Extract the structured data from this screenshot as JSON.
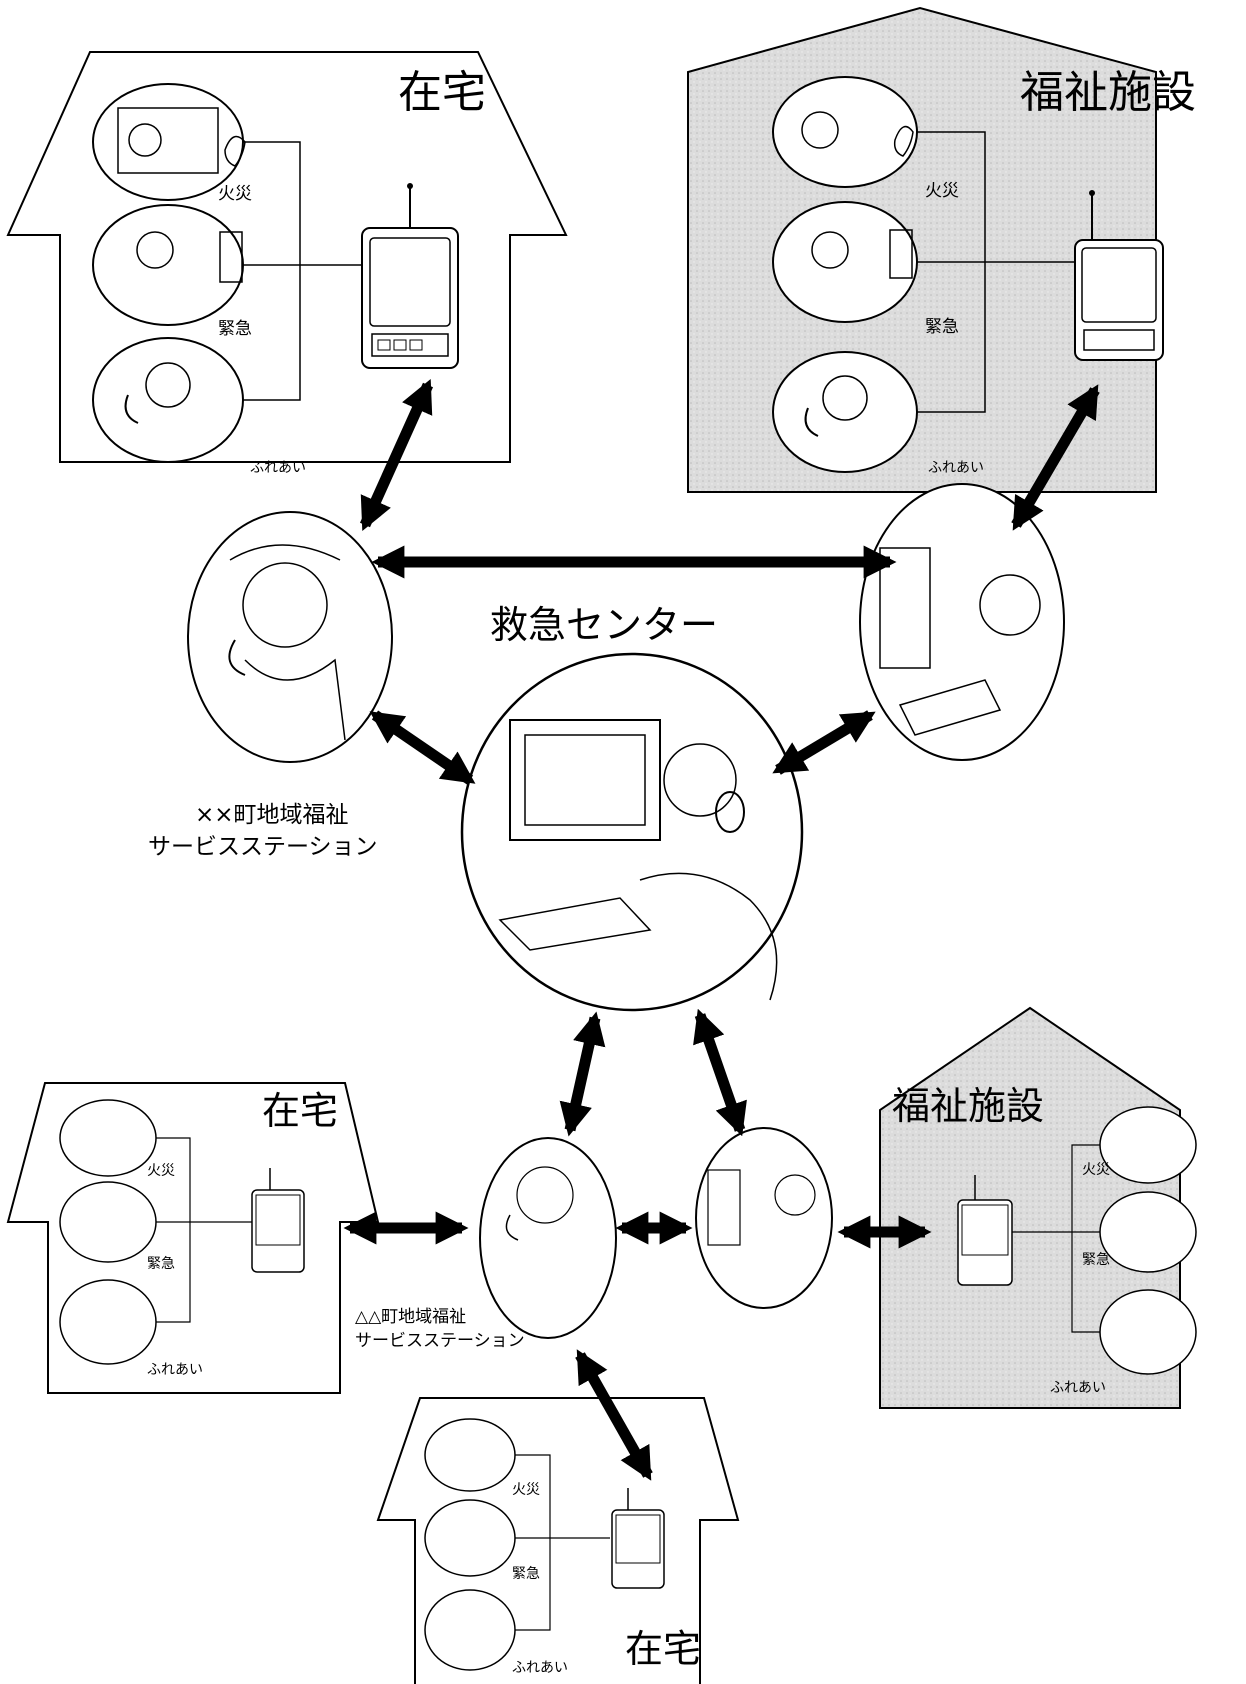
{
  "center": {
    "title": "救急センター"
  },
  "stations": [
    {
      "line1": "××町地域福祉",
      "line2": "サービスステーション"
    },
    {
      "line1": "△△町地域福祉",
      "line2": "サービスステーション"
    }
  ],
  "home": {
    "title": "在宅",
    "items": [
      "火災",
      "緊急",
      "ふれあい"
    ]
  },
  "facility": {
    "title": "福祉施設",
    "items": [
      "火災",
      "緊急",
      "ふれあい"
    ]
  },
  "colors": {
    "line": "#000000",
    "facility_fill": "#d9d9d9",
    "background": "#ffffff"
  },
  "icons": [
    "emergency-transmitter-icon",
    "fire-icon",
    "phone-icon",
    "headset-icon",
    "computer-icon"
  ]
}
